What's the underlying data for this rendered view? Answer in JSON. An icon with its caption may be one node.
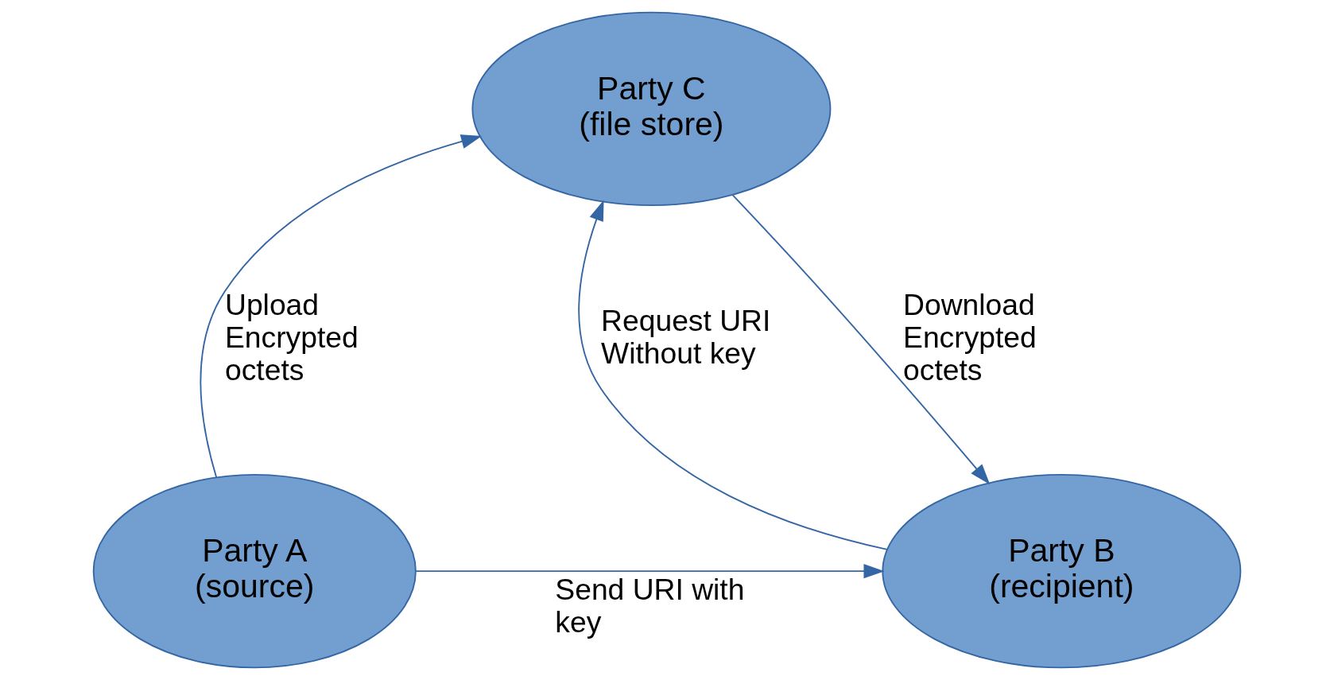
{
  "diagram": {
    "nodes": [
      {
        "text": [
          "Party A",
          "(source)"
        ]
      },
      {
        "text": [
          "Party C",
          "(file store)"
        ]
      },
      {
        "text": [
          "Party B",
          "(recipient)"
        ]
      }
    ],
    "edges": [
      {
        "from": 0,
        "to": 1,
        "arrow": "to",
        "label": "Upload Encrypted octets"
      },
      {
        "from": 2,
        "to": 1,
        "arrow": "to",
        "label": "Request URI Without key"
      },
      {
        "from": 1,
        "to": 2,
        "arrow": "to",
        "label": "Download Encrypted octets"
      },
      {
        "from": 0,
        "to": 2,
        "arrow": "to",
        "label": "Send URI with key"
      }
    ]
  }
}
